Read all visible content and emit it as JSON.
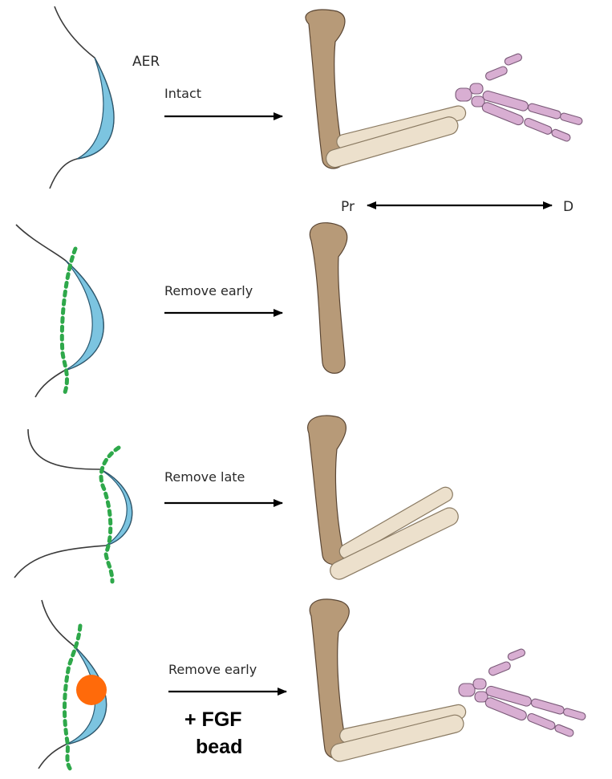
{
  "labels": {
    "aer": "AER",
    "intact": "Intact",
    "remove_early": "Remove early",
    "remove_late": "Remove late",
    "remove_early_bead": "Remove early",
    "fgf_line1": "+ FGF",
    "fgf_line2": "bead",
    "proximal": "Pr",
    "distal": "D"
  },
  "colors": {
    "aer_fill": "#7cc4e0",
    "cut_line": "#2ea84a",
    "humerus": "#b79a78",
    "zeugopod": "#ece0cc",
    "autopod": "#d8aed2",
    "fgf_bead": "#ff6a0a"
  }
}
